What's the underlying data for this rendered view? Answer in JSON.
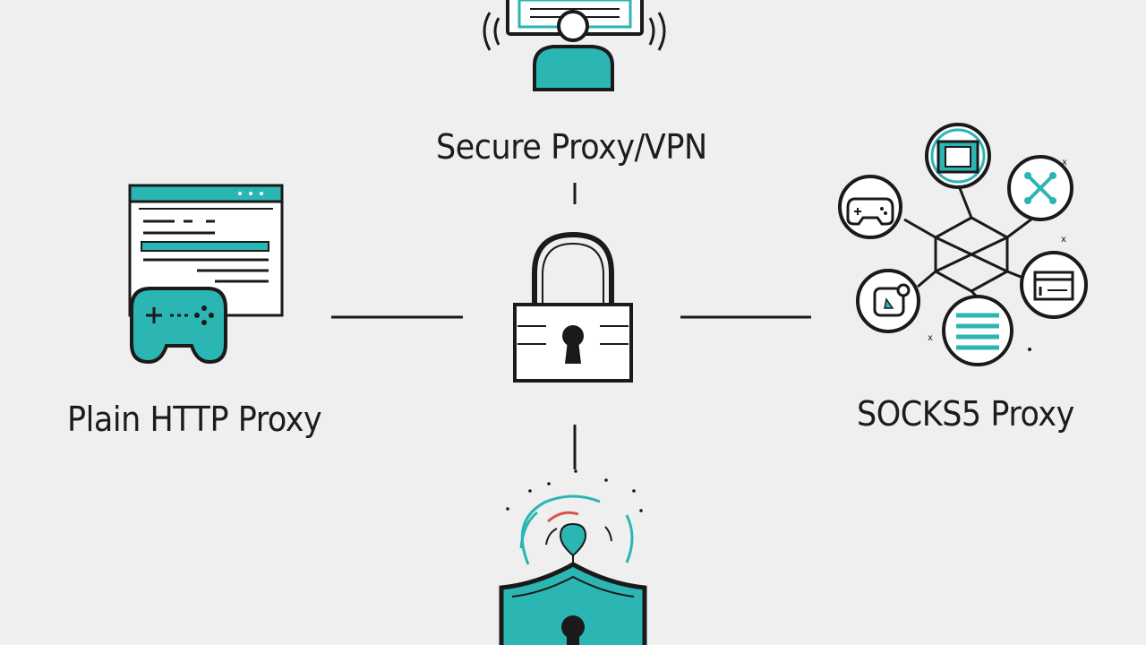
{
  "nodes": {
    "top": {
      "label": "Secure Proxy/VPN",
      "icon": "user-at-monitor-icon"
    },
    "left": {
      "label": "Plain HTTP Proxy",
      "icon": "browser-gamepad-icon"
    },
    "right": {
      "label": "SOCKS5 Proxy",
      "icon": "network-hub-icon"
    },
    "center": {
      "icon": "padlock-icon"
    },
    "bottom": {
      "icon": "shield-lock-icon"
    }
  },
  "colors": {
    "accent": "#2bb5b3",
    "stroke": "#1a1a1a",
    "highlight": "#d9534f",
    "background": "#efefef"
  }
}
